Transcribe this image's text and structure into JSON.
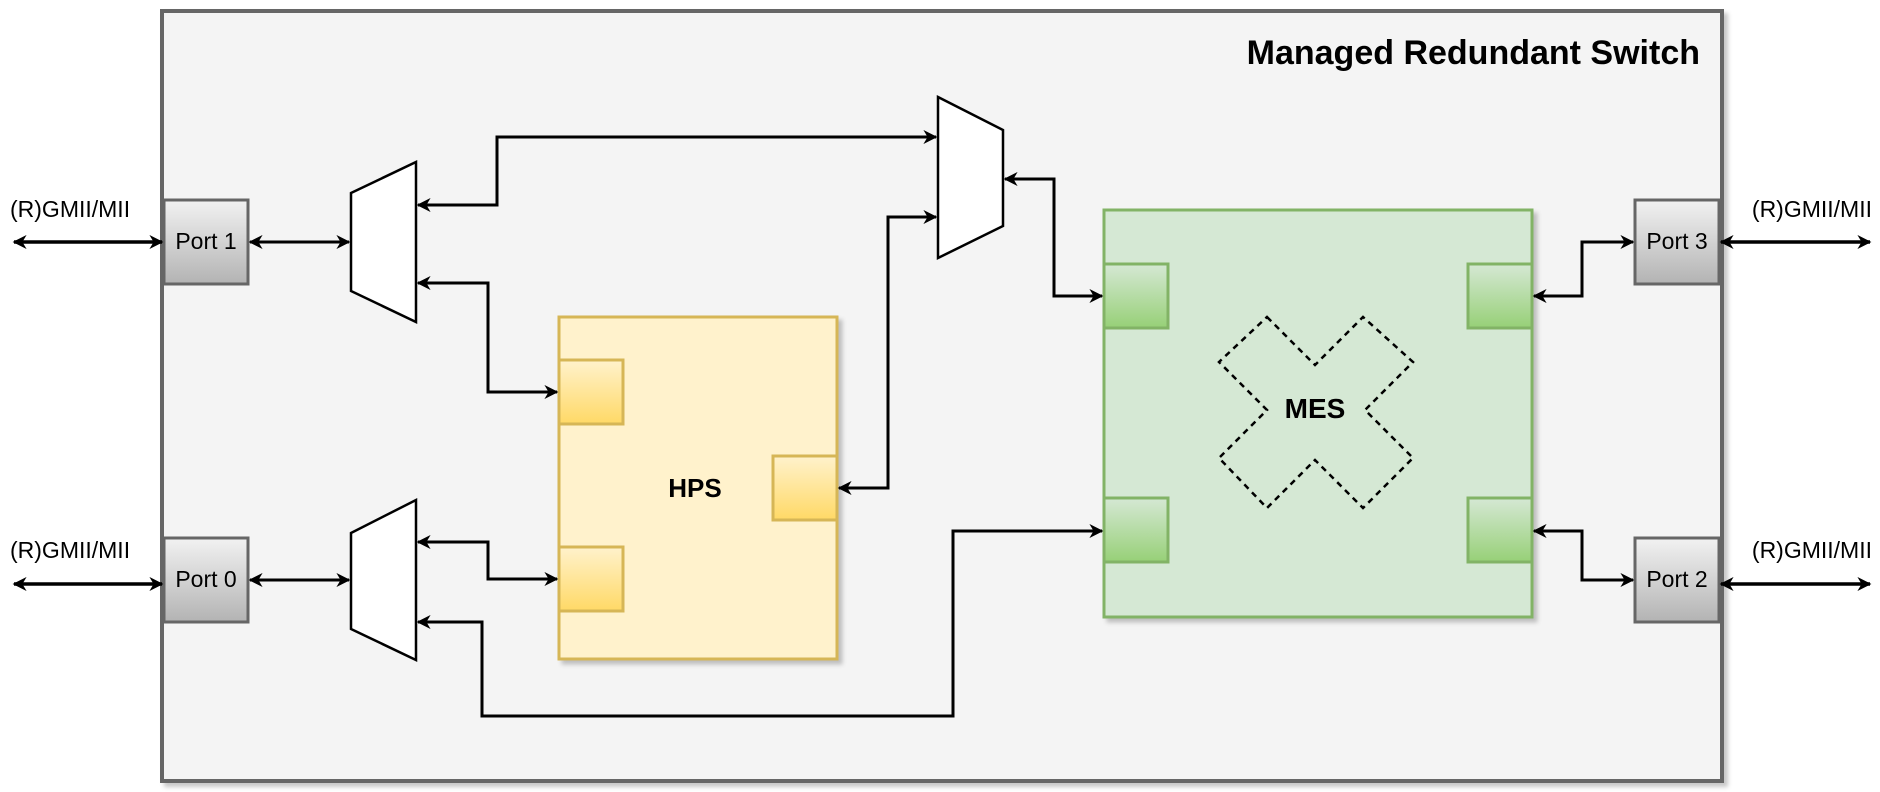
{
  "title": "Managed Redundant Switch",
  "interface_labels": {
    "port1": "(R)GMII/MII",
    "port0": "(R)GMII/MII",
    "port3": "(R)GMII/MII",
    "port2": "(R)GMII/MII"
  },
  "ports": {
    "port1": "Port 1",
    "port0": "Port 0",
    "port3": "Port 3",
    "port2": "Port 2"
  },
  "blocks": {
    "hps": "HPS",
    "mes": "MES"
  },
  "colors": {
    "container_fill": "#f4f4f4",
    "container_stroke": "#666666",
    "hps_fill": "#fff2cc",
    "hps_stroke": "#d6b656",
    "hps_port_fill": "#ffd966",
    "mes_fill": "#d5e8d4",
    "mes_stroke": "#82b366",
    "mes_port_fill": "#97d077",
    "port_fill": "#d9d9d9"
  }
}
